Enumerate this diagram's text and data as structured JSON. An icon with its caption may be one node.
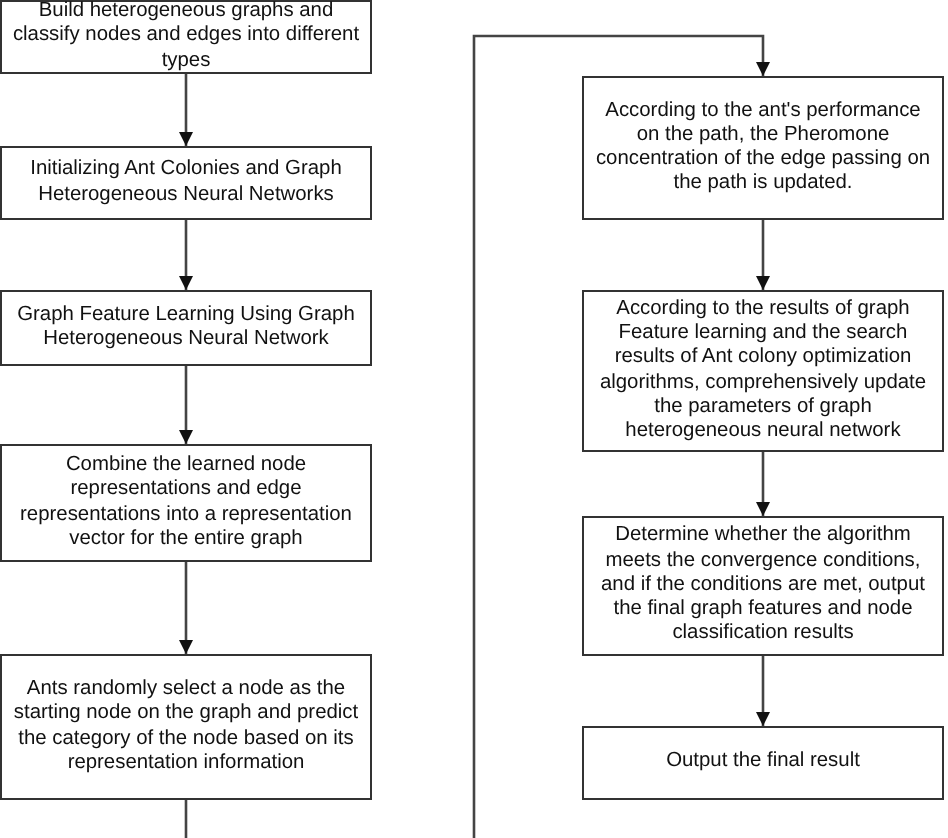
{
  "diagram": {
    "nodes": [
      {
        "text": [
          "Build heterogeneous graphs and classify nodes and edges into different types"
        ]
      },
      {
        "text": [
          "Initializing Ant Colonies and Graph Heterogeneous Neural Networks"
        ]
      },
      {
        "text": [
          "Graph Feature Learning Using Graph Heterogeneous Neural Network"
        ]
      },
      {
        "text": [
          "Combine the learned node representations and edge representations into a representation vector for the entire graph"
        ]
      },
      {
        "text": [
          "Ants randomly select a node as the starting node on the graph and predict the category of the node based on its representation information"
        ]
      },
      {
        "text": [
          "According to the ant's performance on the path, the Pheromone concentration of the edge passing on the path is updated."
        ]
      },
      {
        "text": [
          "According to the results of graph Feature learning and the search results of Ant colony optimization algorithms, comprehensively update the parameters of graph heterogeneous neural network"
        ]
      },
      {
        "text": [
          "Determine whether the algorithm meets the convergence conditions, and if the conditions are met, output the final graph features and node classification results"
        ]
      },
      {
        "text": [
          "Output the final result"
        ]
      }
    ],
    "edges": [
      {
        "from": 0,
        "to": 1,
        "arrow": "to"
      },
      {
        "from": 1,
        "to": 2,
        "arrow": "to"
      },
      {
        "from": 2,
        "to": 3,
        "arrow": "to"
      },
      {
        "from": 3,
        "to": 4,
        "arrow": "to"
      },
      {
        "from": 4,
        "to": 5,
        "arrow": "to"
      },
      {
        "from": 5,
        "to": 6,
        "arrow": "to"
      },
      {
        "from": 6,
        "to": 7,
        "arrow": "to"
      },
      {
        "from": 7,
        "to": 8,
        "arrow": "to"
      }
    ]
  }
}
